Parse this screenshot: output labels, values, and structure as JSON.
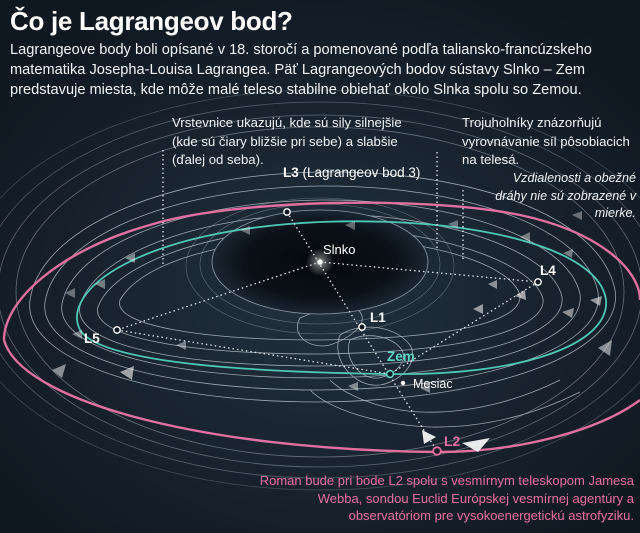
{
  "title": "Čo je Lagrangeov bod?",
  "intro": "Lagrangeove body boli opísané v 18. storočí a pomenované podľa taliansko-francúzskeho matematika Josepha-Louisa Lagrangea. Päť Lagrangeových bodov sústavy Slnko – Zem predstavuje miesta, kde môže malé teleso stabilne obiehať okolo Slnka spolu so Zemou.",
  "notes": {
    "contours": "Vrstevnice ukazujú, kde sú sily silnejšie (kde sú čiary bližšie pri sebe) a slabšie (ďalej od seba).",
    "triangles": "Trojuholníky znázorňujú vyrovnávanie síl pôsobiacich na telesá.",
    "scale": "Vzdialenosti a obežné dráhy nie sú zobrazené v mierke."
  },
  "labels": {
    "l3_name": "L3",
    "l3_desc": " (Lagrangeov bod 3)",
    "sun": "Slnko",
    "l4": "L4",
    "l1": "L1",
    "l5": "L5",
    "earth": "Zem",
    "moon": "Mesiac",
    "l2": "L2"
  },
  "caption": "Roman bude pri bode L2 spolu s vesmírnym teleskopom Jamesa Webba, sondou Euclid Európskej vesmírnej agentúry a observatóriom pre vysokoenergetickú astrofyziku.",
  "colors": {
    "background": "#111a24",
    "contour": "#c9d2da",
    "earth_orbit": "#4fc7b5",
    "webb_orbit": "#e0709f",
    "sun_glow": "#ffffff"
  }
}
